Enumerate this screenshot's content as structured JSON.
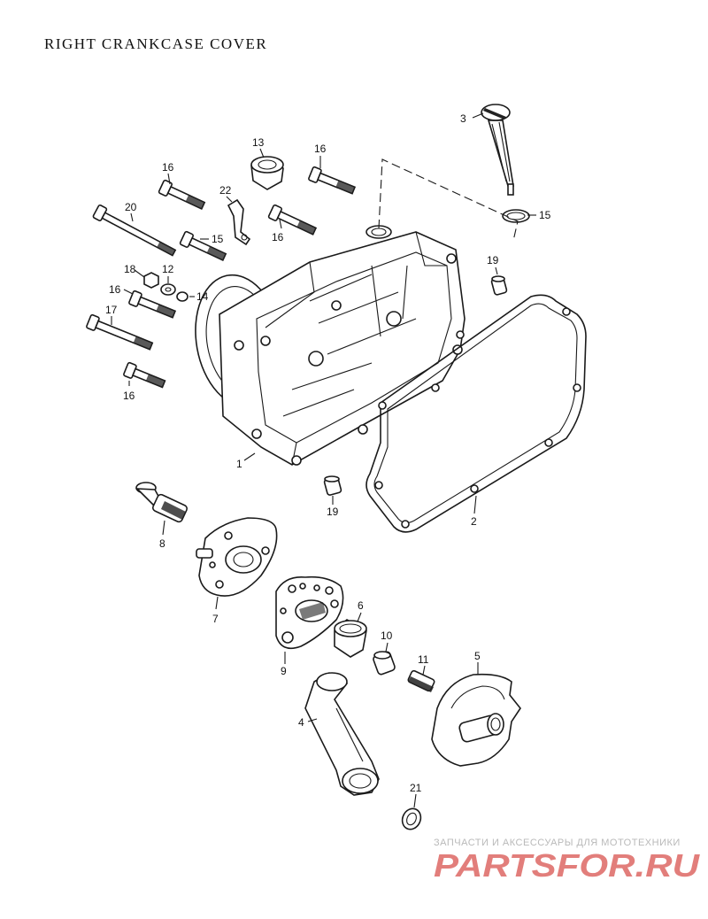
{
  "title": "RIGHT CRANKCASE COVER",
  "watermark": {
    "tagline": "ЗАПЧАСТИ И АКСЕССУАРЫ ДЛЯ МОТОТЕХНИКИ",
    "logo": "PARTSFOR.RU",
    "logo_color": "#d9534f"
  },
  "callouts": {
    "c1": "1",
    "c2": "2",
    "c3": "3",
    "c4": "4",
    "c5": "5",
    "c6": "6",
    "c7": "7",
    "c8": "8",
    "c9": "9",
    "c10": "10",
    "c11": "11",
    "c12": "12",
    "c13": "13",
    "c14": "14",
    "c15a": "15",
    "c15b": "15",
    "c16a": "16",
    "c16b": "16",
    "c16c": "16",
    "c16d": "16",
    "c16e": "16",
    "c17": "17",
    "c18": "18",
    "c19a": "19",
    "c19b": "19",
    "c20": "20",
    "c21": "21",
    "c22": "22"
  }
}
